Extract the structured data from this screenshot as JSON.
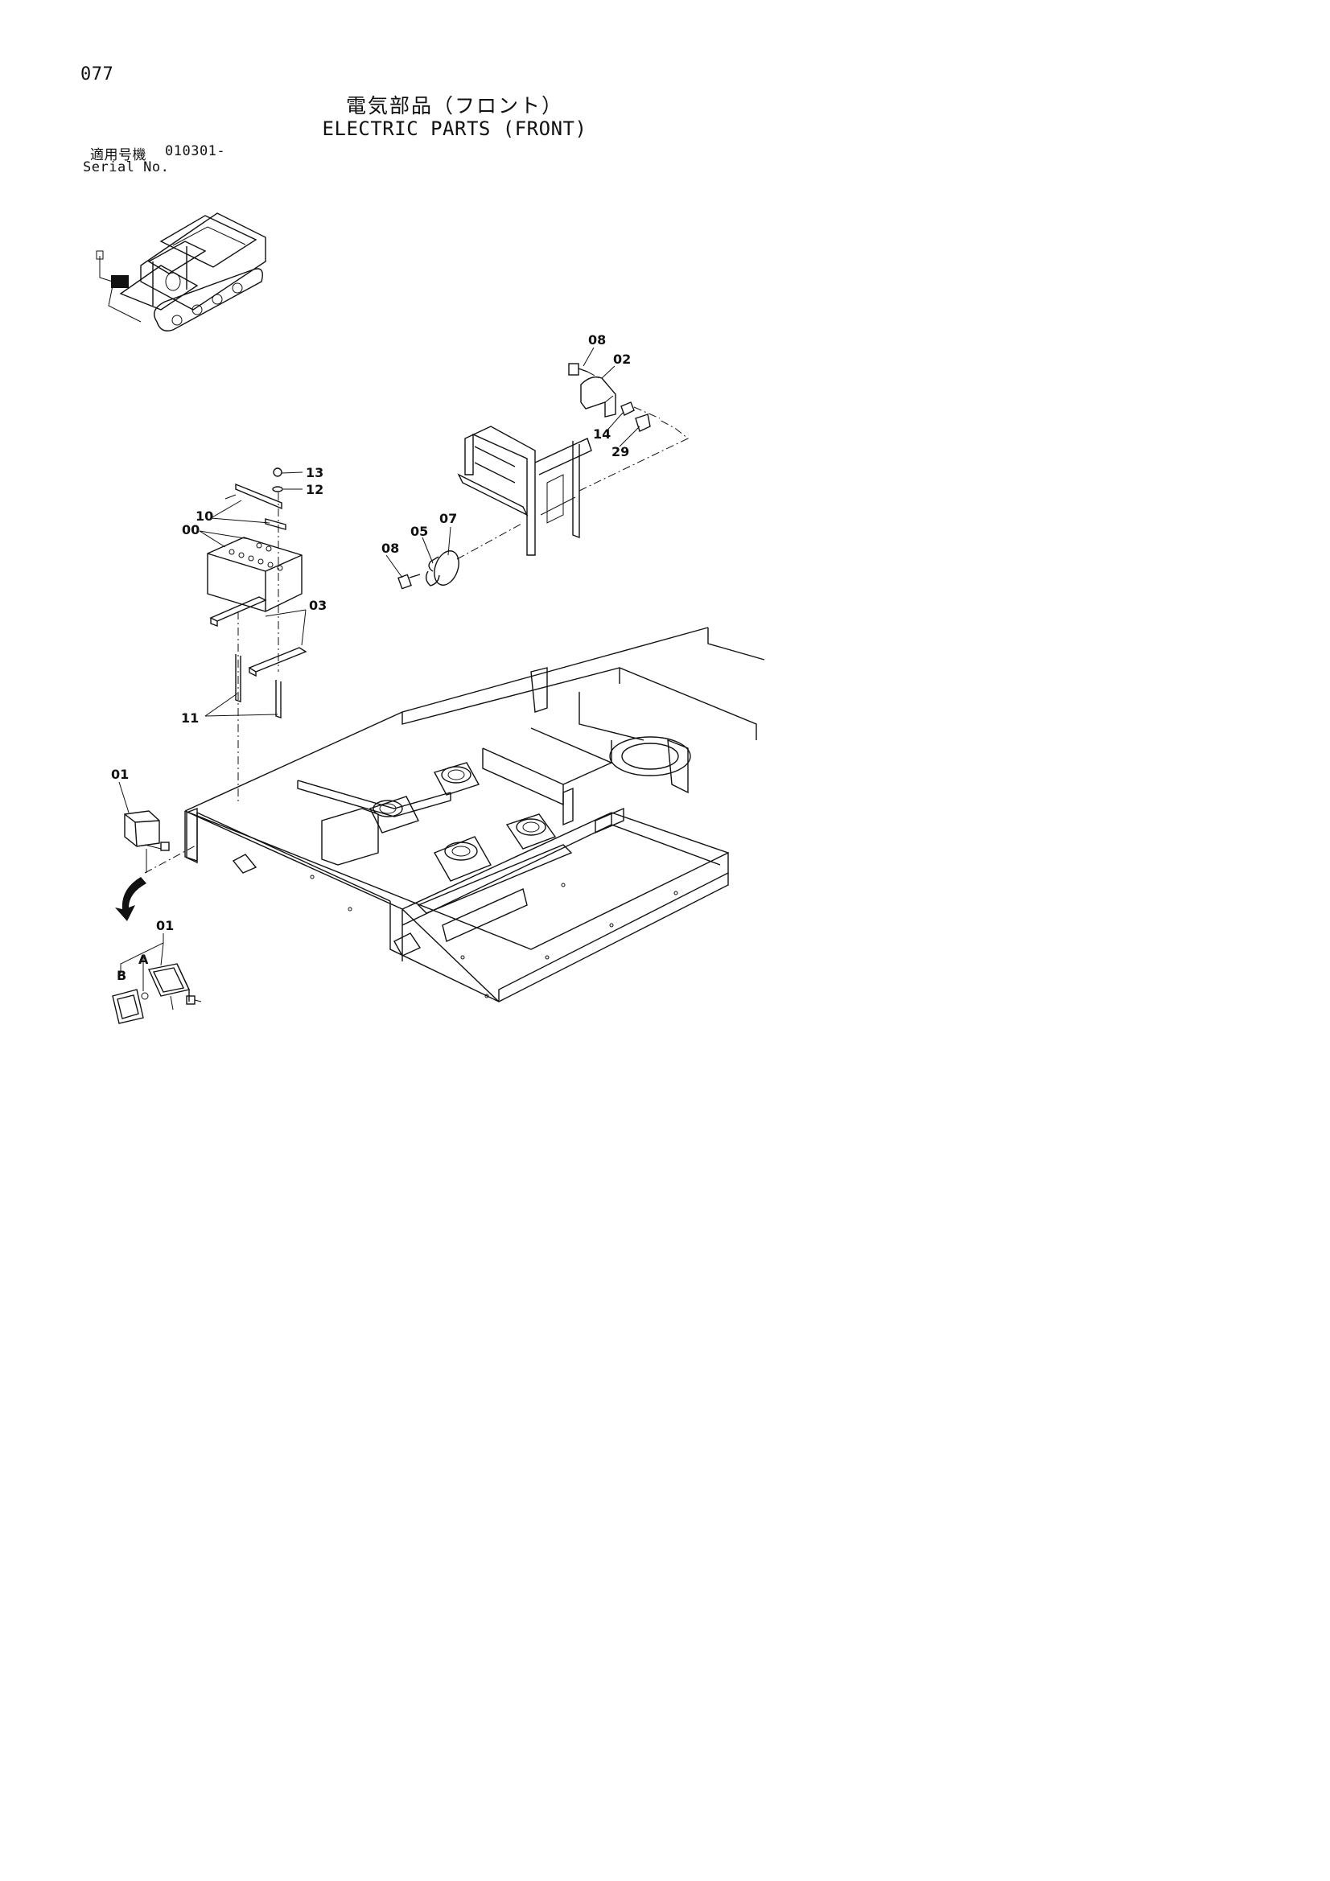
{
  "header": {
    "page_number": "077",
    "title_jp": "電気部品（フロント）",
    "title_en": "ELECTRIC PARTS (FRONT)",
    "serial_label_jp": "適用号機",
    "serial_value": "010301-",
    "serial_label_en": "Serial No."
  },
  "callouts": {
    "c08_top": "08",
    "c02": "02",
    "c14": "14",
    "c29": "29",
    "c13": "13",
    "c12": "12",
    "c10": "10",
    "c00": "00",
    "c07": "07",
    "c05": "05",
    "c08_mid": "08",
    "c03": "03",
    "c11": "11",
    "c01_top": "01",
    "c01_bottom": "01",
    "cA": "A",
    "cB": "B"
  },
  "icons": [
    "vehicle-overview-icon",
    "horn-icon",
    "battery-icon",
    "work-light-icon",
    "frame-drawing"
  ]
}
